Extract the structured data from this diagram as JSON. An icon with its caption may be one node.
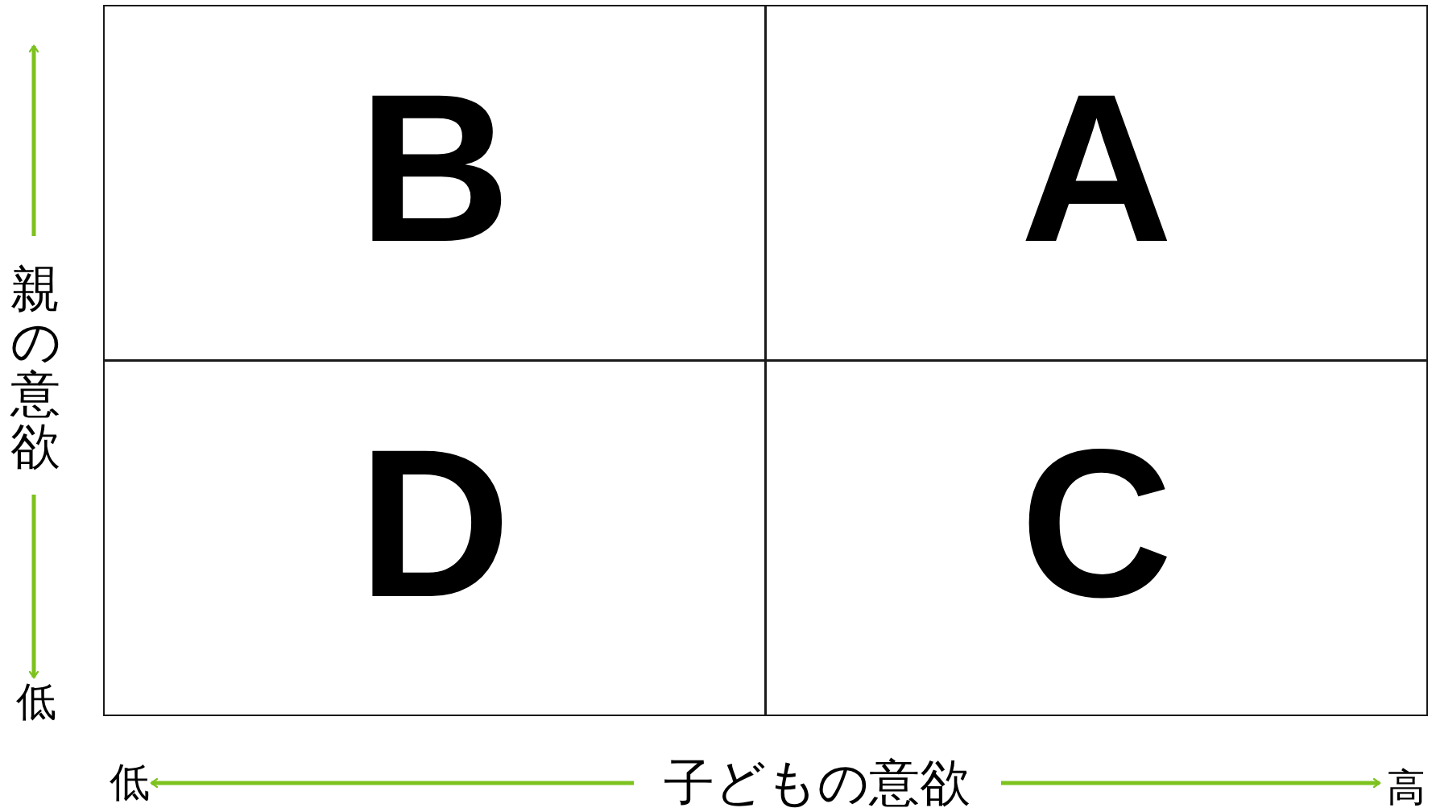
{
  "diagram": {
    "nodes": [
      {
        "text": [
          "B"
        ]
      },
      {
        "text": [
          "A"
        ]
      },
      {
        "text": [
          "D"
        ]
      },
      {
        "text": [
          "C"
        ]
      }
    ],
    "labels": [
      "親の意欲",
      "低",
      "低",
      "子どもの意欲",
      "高"
    ]
  }
}
